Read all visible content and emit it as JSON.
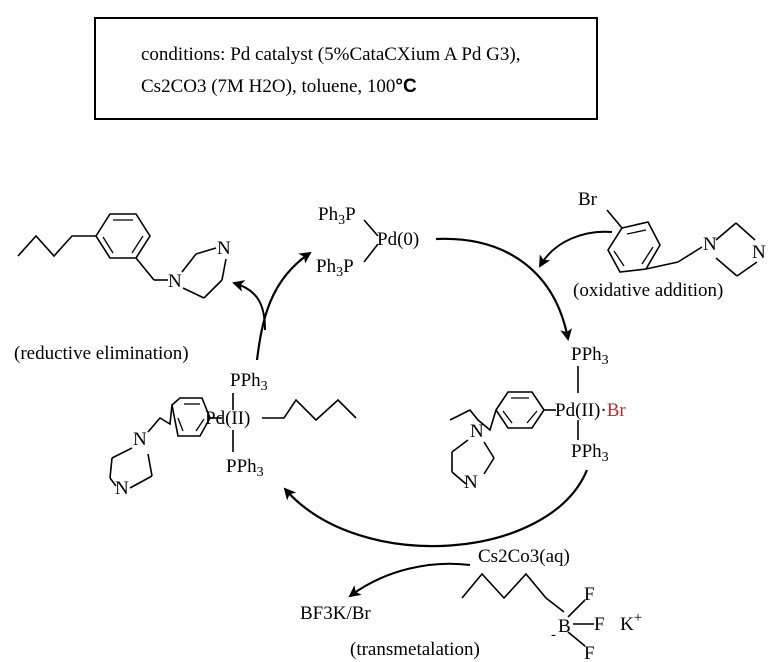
{
  "conditions": {
    "line1": "conditions: Pd catalyst (5%CataCXium A Pd G3),",
    "line2_a": "Cs2CO3 (7M H2O), toluene, 100",
    "line2_b": "°C"
  },
  "pd0": {
    "ligand_top": "Ph",
    "ligand_top_sub": "3",
    "ligand_top_p": "P",
    "ligand_bot": "Ph",
    "ligand_bot_sub": "3",
    "ligand_bot_p": "P",
    "metal": "Pd(0)"
  },
  "steps": {
    "oxidative": "(oxidative addition)",
    "reductive": "(reductive elimination)",
    "transmetal": "(transmetalation)"
  },
  "reagents": {
    "base": "Cs2Co3(aq)",
    "byproduct": "BF3K/Br"
  },
  "pd2_right": {
    "metal": "Pd(II)",
    "dot": "·",
    "halide": "Br",
    "ligand_top": "PPh",
    "ligand_top_sub": "3",
    "ligand_bot": "PPh",
    "ligand_bot_sub": "3"
  },
  "pd2_left": {
    "metal": "Pd(II)",
    "ligand_top": "PPh",
    "ligand_top_sub": "3",
    "ligand_bot": "PPh",
    "ligand_bot_sub": "3"
  },
  "atoms": {
    "br": "Br",
    "n": "N",
    "b": "B",
    "f": "F",
    "minus": "-",
    "k": "K",
    "plus": "+"
  },
  "colors": {
    "nitrogen": "#3355ee",
    "bromine": "#a83232",
    "fluorine": "#55aa33",
    "boron": "#e0a0a0",
    "potassium": "#9933cc",
    "ink": "#000000"
  }
}
